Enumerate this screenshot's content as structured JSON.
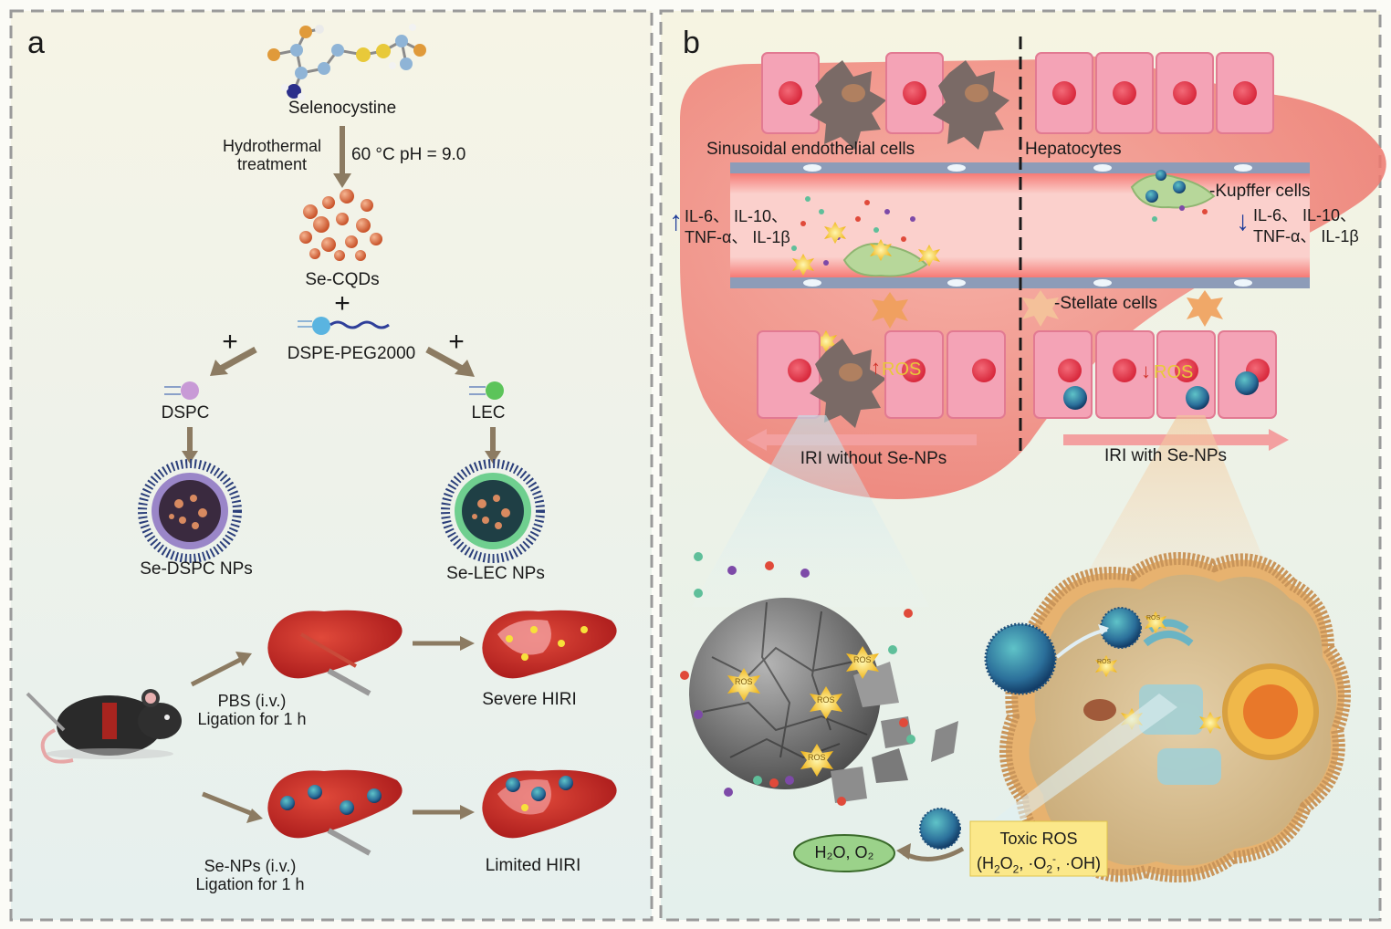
{
  "panel_a": {
    "label": "a",
    "selenocystine": "Selenocystine",
    "hydrothermal_line1": "Hydrothermal",
    "hydrothermal_line2": "treatment",
    "conditions": "60 °C pH = 9.0",
    "se_cqds": "Se-CQDs",
    "plus": "+",
    "dspe_peg": "DSPE-PEG2000",
    "dspc": "DSPC",
    "lec": "LEC",
    "se_dspc_nps": "Se-DSPC NPs",
    "se_lec_nps": "Se-LEC NPs",
    "pbs_line1": "PBS (i.v.)",
    "pbs_line2": "Ligation for 1 h",
    "severe_hiri": "Severe HIRI",
    "senps_line1": "Se-NPs (i.v.)",
    "senps_line2": "Ligation for 1 h",
    "limited_hiri": "Limited HIRI"
  },
  "panel_b": {
    "label": "b",
    "sinusoidal": "Sinusoidal endothelial cells",
    "hepatocytes": "Hepatocytes",
    "kupffer": "-Kupffer cells",
    "stellate": "-Stellate cells",
    "cytokines_left_line1": "IL-6、 IL-10、",
    "cytokines_left_line2": "TNF-α、 IL-1β",
    "cytokines_right_line1": "IL-6、 IL-10、",
    "cytokines_right_line2": "TNF-α、 IL-1β",
    "up_arrow": "↑",
    "down_arrow": "↓",
    "ros": "ROS",
    "ros_small": "ROS",
    "iri_without": "IRI without Se-NPs",
    "iri_with": "IRI with Se-NPs",
    "toxic_ros_title": "Toxic ROS",
    "toxic_ros_h2o2": "(H",
    "water_oxygen": "H₂O, O₂"
  },
  "colors": {
    "liver_pink": "#f28e86",
    "cell_pink": "#f4a3b6",
    "nucleus_red": "#e23a4b",
    "vessel_red": "#f2605a",
    "kupffer_green": "#a8c98a",
    "ros_yellow": "#f7e13a",
    "liver_dark": "#c4241d",
    "toxic_box": "#fbe88a",
    "water_ellipse": "#9bd28a"
  }
}
